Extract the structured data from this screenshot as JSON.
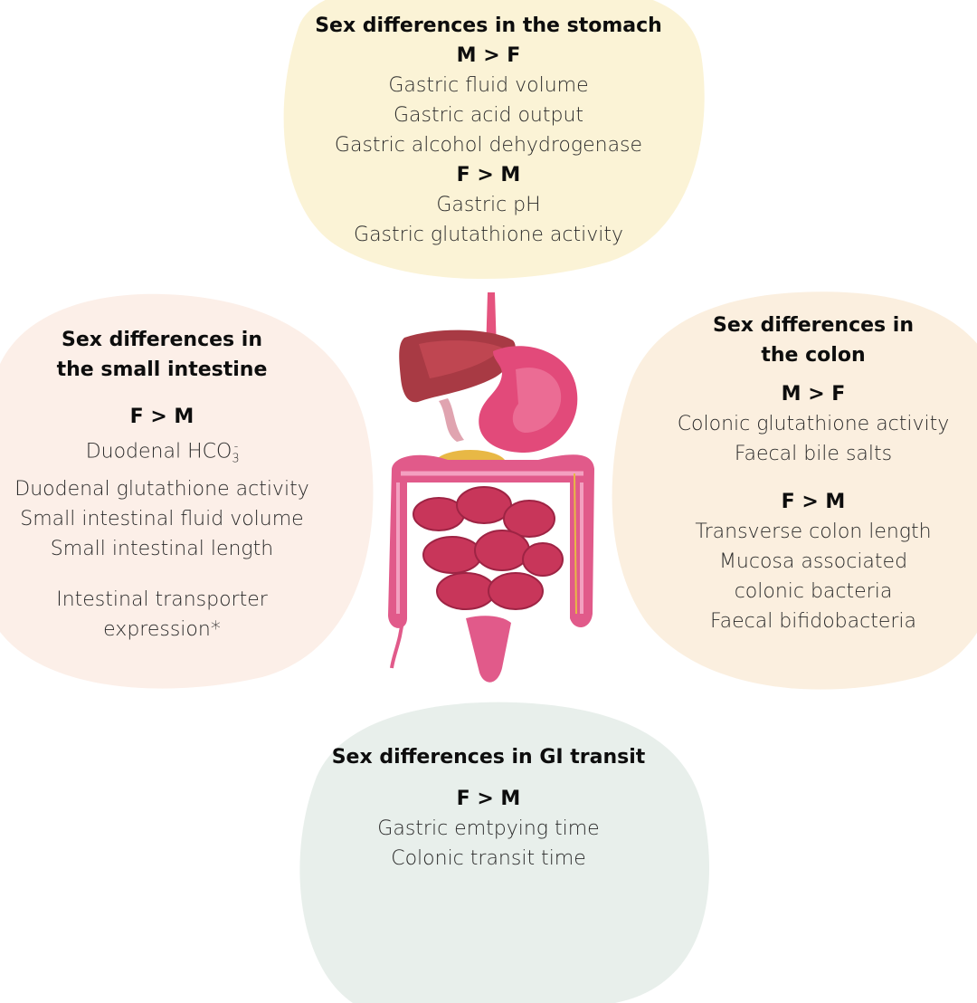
{
  "stomach": {
    "title": "Sex differences in the stomach",
    "groups": [
      {
        "comparison": "M > F",
        "items": [
          "Gastric fluid volume",
          "Gastric acid output",
          "Gastric alcohol dehydrogenase"
        ]
      },
      {
        "comparison": "F > M",
        "items": [
          "Gastric pH",
          "Gastric glutathione activity"
        ]
      }
    ]
  },
  "small_intestine": {
    "title_line1": "Sex differences in",
    "title_line2": "the small intestine",
    "comparison": "F > M",
    "hco3_prefix": "Duodenal HCO",
    "hco3_sub": "3",
    "hco3_sup": "-",
    "items": [
      "Duodenal glutathione activity",
      "Small intestinal fluid volume",
      "Small intestinal length"
    ],
    "extra_line1": "Intestinal transporter",
    "extra_line2": "expression*"
  },
  "colon": {
    "title_line1": "Sex differences in",
    "title_line2": "the colon",
    "groups": [
      {
        "comparison": "M > F",
        "items": [
          "Colonic glutathione activity",
          "Faecal bile salts"
        ]
      },
      {
        "comparison": "F > M",
        "items": [
          "Transverse colon length",
          "Mucosa associated",
          "colonic bacteria",
          "Faecal bifidobacteria"
        ]
      }
    ]
  },
  "transit": {
    "title": "Sex differences in GI transit",
    "comparison": "F > M",
    "items": [
      "Gastric emtpying time",
      "Colonic transit time"
    ]
  },
  "colors": {
    "stomach_bg": "#fbf3d6",
    "small_intestine_bg": "#fcefe8",
    "colon_bg": "#fbefdf",
    "transit_bg": "#e8efeb"
  }
}
